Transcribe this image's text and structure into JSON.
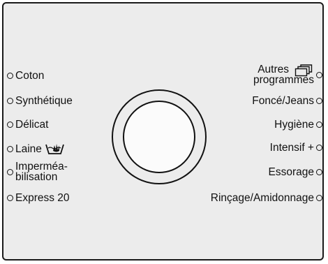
{
  "left_programs": [
    {
      "label": "Coton"
    },
    {
      "label": "Synthétique"
    },
    {
      "label": "Délicat"
    },
    {
      "label": "Laine",
      "icon": "hand-wash-icon"
    },
    {
      "label_line1": "Imperméa-",
      "label_line2": "bilisation"
    },
    {
      "label": "Express 20"
    }
  ],
  "right_programs": [
    {
      "label_line1": "Autres",
      "label_line2": "programmes",
      "icon": "stacked-pages-icon"
    },
    {
      "label": "Foncé/Jeans"
    },
    {
      "label": "Hygiène"
    },
    {
      "label": "Intensif +"
    },
    {
      "label": "Essorage"
    },
    {
      "label": "Rinçage/Amidonnage"
    }
  ],
  "colors": {
    "panel": "#ececec",
    "outline": "#1a1a1a",
    "knob": "#fbfbfb"
  }
}
